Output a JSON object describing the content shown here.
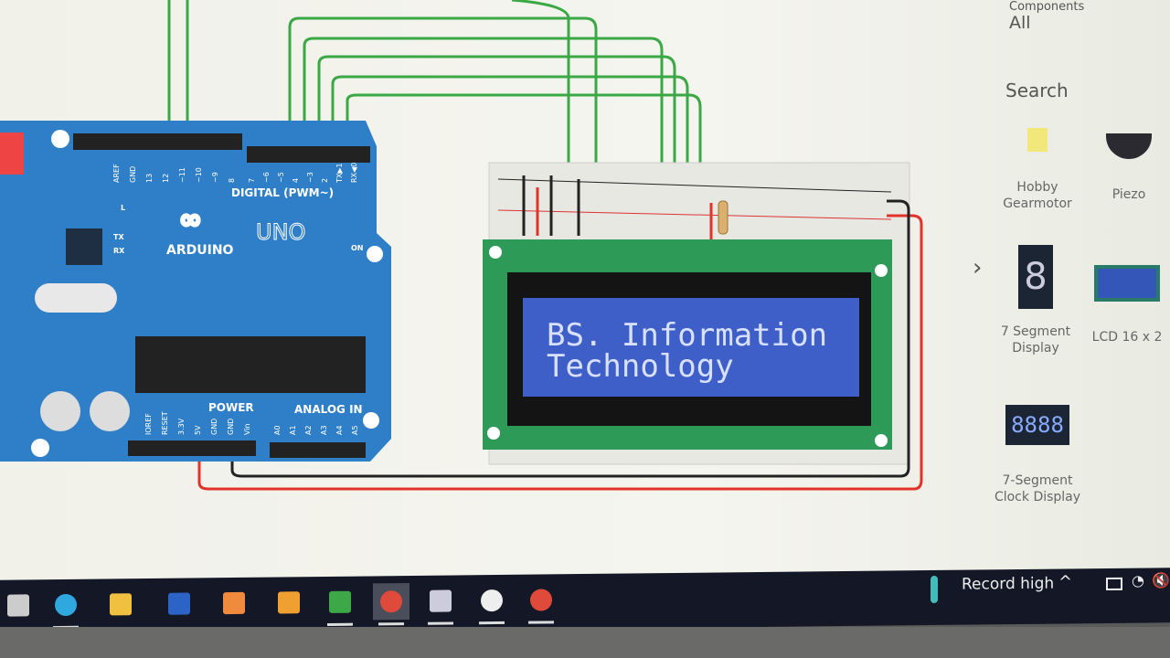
{
  "panel": {
    "components_label": "Components",
    "filter_value": "All",
    "search_placeholder": "Search",
    "expand_icon": "chevron-right-icon",
    "components": [
      {
        "label_1": "Hobby",
        "label_2": "Gearmotor"
      },
      {
        "label_1": "Piezo",
        "label_2": ""
      },
      {
        "label_1": "7 Segment",
        "label_2": "Display"
      },
      {
        "label_1": "LCD 16 x 2",
        "label_2": ""
      },
      {
        "label_1": "7-Segment",
        "label_2": "Clock Display"
      }
    ]
  },
  "arduino": {
    "brand": "ARDUINO",
    "model": "UNO",
    "digital_label": "DIGITAL (PWM~)",
    "digital_pins": [
      "AREF",
      "GND",
      "13",
      "12",
      "~11",
      "~10",
      "~9",
      "8",
      "7",
      "~6",
      "~5",
      "4",
      "~3",
      "2",
      "TX▶1",
      "RX◀0"
    ],
    "led_l": "L",
    "led_tx": "TX",
    "led_rx": "RX",
    "led_on": "ON",
    "power_label": "POWER",
    "analog_label": "ANALOG IN",
    "power_pins": [
      "IOREF",
      "RESET",
      "3.3V",
      "5V",
      "GND",
      "GND",
      "Vin"
    ],
    "analog_pins": [
      "A0",
      "A1",
      "A2",
      "A3",
      "A4",
      "A5"
    ]
  },
  "lcd": {
    "line_1": "BS. Information",
    "line_2": "Technology",
    "backlight_color": "#3f5fc8"
  },
  "colors": {
    "board": "#2f7fc8",
    "wire_green": "#3aa845",
    "wire_red": "#e2332a",
    "wire_black": "#222222",
    "pcb": "#2e9a58"
  },
  "taskbar": {
    "apps": [
      "widgets-icon",
      "edge-icon",
      "file-explorer-icon",
      "word-icon",
      "xampp-icon",
      "sublime-icon",
      "android-studio-icon",
      "chrome-icon",
      "notepad-icon",
      "settings-icon",
      "chrome-icon"
    ],
    "weather_text": "Record high"
  }
}
